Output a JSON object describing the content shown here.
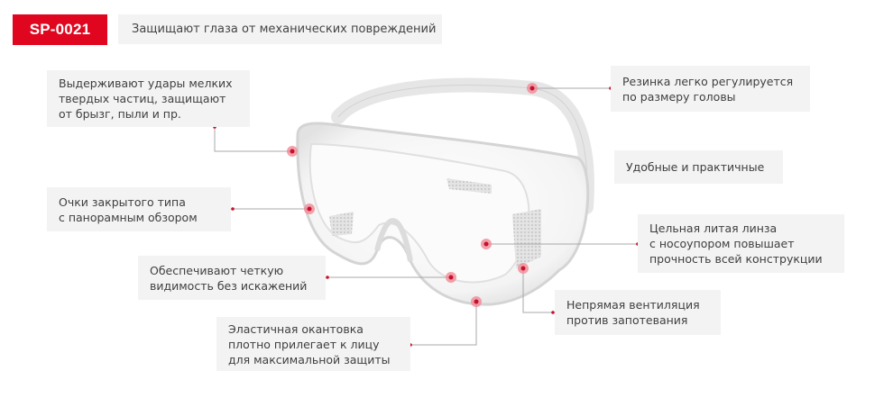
{
  "header": {
    "product_code": "SP-0021",
    "subtitle": "Защищают глаза от механических повреждений"
  },
  "callouts": {
    "left": [
      {
        "text": "Выдерживают удары мелких\nтвердых частиц, защищают\nот брызг, пыли и пр."
      },
      {
        "text": "Очки закрытого типа\nс панорамным обзором"
      },
      {
        "text": "Обеспечивают четкую\nвидимость без искажений"
      },
      {
        "text": "Эластичная окантовка\nплотно прилегает к лицу\nдля максимальной защиты"
      }
    ],
    "right": [
      {
        "text": "Резинка легко регулируется\nпо размеру головы"
      },
      {
        "text": "Удобные и практичные"
      },
      {
        "text": "Цельная литая линза\nс носоупором повышает\nпрочность всей конструкции"
      },
      {
        "text": "Непрямая вентиляция\nпротив запотевания"
      }
    ]
  },
  "image": {
    "subject": "safety-goggles-icon"
  },
  "colors": {
    "accent": "#e0061f",
    "box_bg": "#f3f3f3",
    "line": "#9a9a9a",
    "text": "#3f3f3f"
  }
}
